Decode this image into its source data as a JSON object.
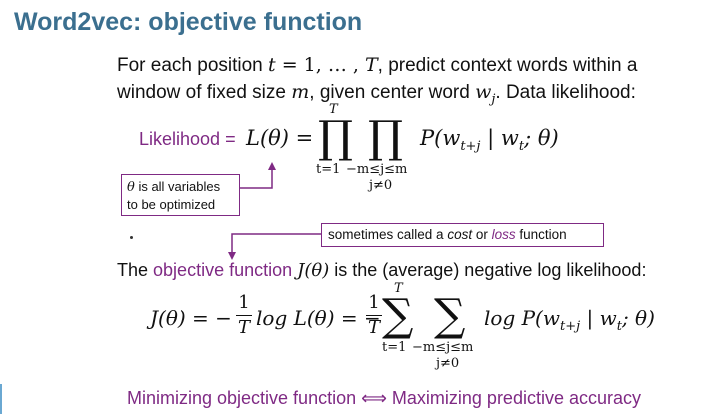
{
  "slide": {
    "title": "Word2vec: objective function",
    "intro_line1": {
      "a": "For each position ",
      "b": "t",
      "c": " = 1, … , ",
      "d": "T",
      "e": ", predict context words within a"
    },
    "intro_line2": {
      "a": "window of fixed size ",
      "b": "m",
      "c": ", given center word ",
      "d": "w",
      "e": "j",
      "f": ". Data likelihood:"
    },
    "likelihood": {
      "label": "Likelihood =",
      "lhs": "L(θ) =",
      "prod1_top": "T",
      "prod1_bottom": "t=1",
      "prod2_bottom": "−m≤j≤m",
      "prod2_bottom2": "j≠0",
      "term": "P(w",
      "term_sub": "t+j",
      "term_rest": " | w",
      "term_sub2": "t",
      "term_end": "; θ)"
    },
    "note_theta": {
      "line1_sym": "θ",
      "line1_rest": " is all variables",
      "line2": "to be optimized"
    },
    "note_cost": {
      "a": "sometimes called a ",
      "b": "cost",
      "c": " or ",
      "d": "loss",
      "e": " function"
    },
    "objective": {
      "a": "The ",
      "b": "objective function",
      "c": " ",
      "d": "J(θ)",
      "e": " is the (average) negative log likelihood:"
    },
    "objective_eq": {
      "lhs": "J(θ) = −",
      "one": "1",
      "T": "T",
      "log1": "log L(θ) = −",
      "sum_top": "T",
      "sum1_bottom": "t=1",
      "sum2_bottom": "−m≤j≤m",
      "sum2_bottom2": "j≠0",
      "log2": "log P(w",
      "sub1": "t+j",
      "mid": " | w",
      "sub2": "t",
      "end": "; θ)"
    },
    "bottom_line": "Minimizing objective function ⟺ Maximizing predictive accuracy"
  },
  "colors": {
    "title": "#3b6f8f",
    "accent": "#7f2a84"
  }
}
